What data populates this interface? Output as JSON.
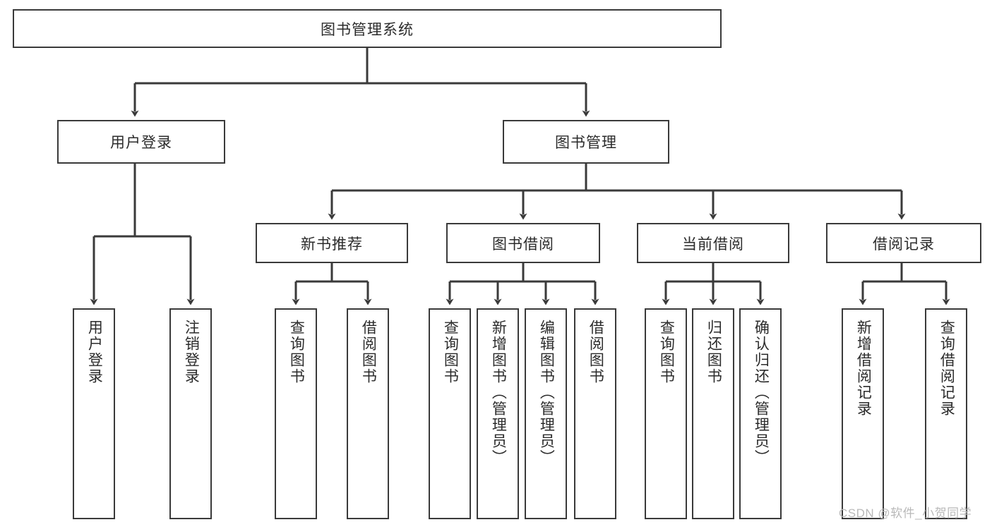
{
  "diagram": {
    "title": "图书管理系统",
    "type": "hierarchy-tree",
    "watermark": "CSDN @软件_小贺同学",
    "colors": {
      "stroke": "#3a3a3a",
      "fill": "#ffffff",
      "text": "#2b2b2b",
      "watermark": "#b9b9b9"
    },
    "nodes": {
      "root": {
        "label": "图书管理系统"
      },
      "level2": [
        {
          "id": "user-login",
          "label": "用户登录"
        },
        {
          "id": "book-manage",
          "label": "图书管理"
        }
      ],
      "level3": [
        {
          "id": "new-book-recommend",
          "label": "新书推荐"
        },
        {
          "id": "book-borrow",
          "label": "图书借阅"
        },
        {
          "id": "current-borrow",
          "label": "当前借阅"
        },
        {
          "id": "borrow-record",
          "label": "借阅记录"
        }
      ],
      "leaves": {
        "user_login": [
          {
            "id": "leaf-user-login",
            "label": "用户登录"
          },
          {
            "id": "leaf-user-logout",
            "label": "注销登录"
          }
        ],
        "new_book_recommend": [
          {
            "id": "leaf-query-book-1",
            "label": "查询图书"
          },
          {
            "id": "leaf-borrow-book-1",
            "label": "借阅图书"
          }
        ],
        "book_borrow": [
          {
            "id": "leaf-query-book-2",
            "label": "查询图书"
          },
          {
            "id": "leaf-add-book",
            "label": "新增图书（管理员）"
          },
          {
            "id": "leaf-edit-book",
            "label": "编辑图书（管理员）"
          },
          {
            "id": "leaf-borrow-book-2",
            "label": "借阅图书"
          }
        ],
        "current_borrow": [
          {
            "id": "leaf-query-book-3",
            "label": "查询图书"
          },
          {
            "id": "leaf-return-book",
            "label": "归还图书"
          },
          {
            "id": "leaf-confirm-return",
            "label": "确认归还（管理员）"
          }
        ],
        "borrow_record": [
          {
            "id": "leaf-add-record",
            "label": "新增借阅记录"
          },
          {
            "id": "leaf-query-record",
            "label": "查询借阅记录"
          }
        ]
      }
    }
  }
}
